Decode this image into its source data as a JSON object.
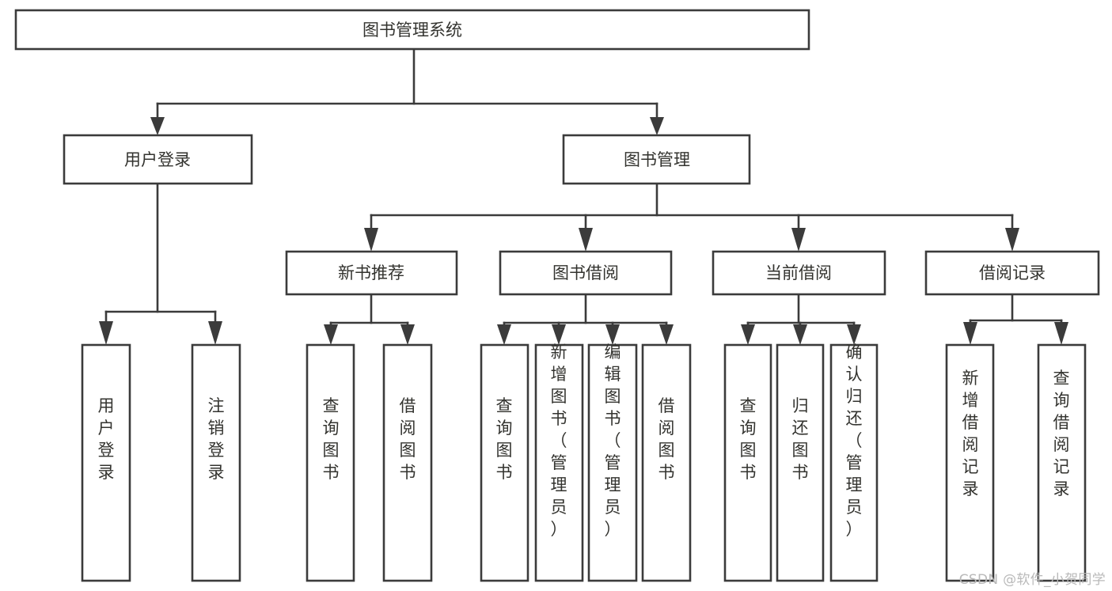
{
  "diagram": {
    "type": "tree",
    "title": "图书管理系统",
    "root": {
      "id": "root",
      "label": "图书管理系统",
      "orientation": "horizontal"
    },
    "level1": [
      {
        "id": "user-login",
        "label": "用户登录",
        "orientation": "horizontal"
      },
      {
        "id": "book-manage",
        "label": "图书管理",
        "orientation": "horizontal"
      }
    ],
    "level2": [
      {
        "id": "new-book-recommend",
        "label": "新书推荐",
        "parent": "book-manage",
        "orientation": "horizontal"
      },
      {
        "id": "book-borrow",
        "label": "图书借阅",
        "parent": "book-manage",
        "orientation": "horizontal"
      },
      {
        "id": "current-borrow",
        "label": "当前借阅",
        "parent": "book-manage",
        "orientation": "horizontal"
      },
      {
        "id": "borrow-record",
        "label": "借阅记录",
        "parent": "book-manage",
        "orientation": "horizontal"
      }
    ],
    "leaves": [
      {
        "id": "leaf-user-login",
        "label": "用户登录",
        "parent": "user-login",
        "orientation": "vertical"
      },
      {
        "id": "leaf-logout",
        "label": "注销登录",
        "parent": "user-login",
        "orientation": "vertical"
      },
      {
        "id": "leaf-query-book-1",
        "label": "查询图书",
        "parent": "new-book-recommend",
        "orientation": "vertical"
      },
      {
        "id": "leaf-borrow-book-1",
        "label": "借阅图书",
        "parent": "new-book-recommend",
        "orientation": "vertical"
      },
      {
        "id": "leaf-query-book-2",
        "label": "查询图书",
        "parent": "book-borrow",
        "orientation": "vertical"
      },
      {
        "id": "leaf-add-book",
        "label": "新增图书（管理员）",
        "parent": "book-borrow",
        "orientation": "vertical"
      },
      {
        "id": "leaf-edit-book",
        "label": "编辑图书（管理员）",
        "parent": "book-borrow",
        "orientation": "vertical"
      },
      {
        "id": "leaf-borrow-book-2",
        "label": "借阅图书",
        "parent": "book-borrow",
        "orientation": "vertical"
      },
      {
        "id": "leaf-query-book-3",
        "label": "查询图书",
        "parent": "current-borrow",
        "orientation": "vertical"
      },
      {
        "id": "leaf-return-book",
        "label": "归还图书",
        "parent": "current-borrow",
        "orientation": "vertical"
      },
      {
        "id": "leaf-confirm-return",
        "label": "确认归还（管理员）",
        "parent": "current-borrow",
        "orientation": "vertical"
      },
      {
        "id": "leaf-add-record",
        "label": "新增借阅记录",
        "parent": "borrow-record",
        "orientation": "vertical"
      },
      {
        "id": "leaf-query-record",
        "label": "查询借阅记录",
        "parent": "borrow-record",
        "orientation": "vertical"
      }
    ],
    "colors": {
      "stroke": "#3b3b3b",
      "fill": "#ffffff",
      "text": "#33332f",
      "watermark": "#b9b9b9"
    }
  },
  "watermark": {
    "text": "CSDN @软件_小贺同学"
  }
}
